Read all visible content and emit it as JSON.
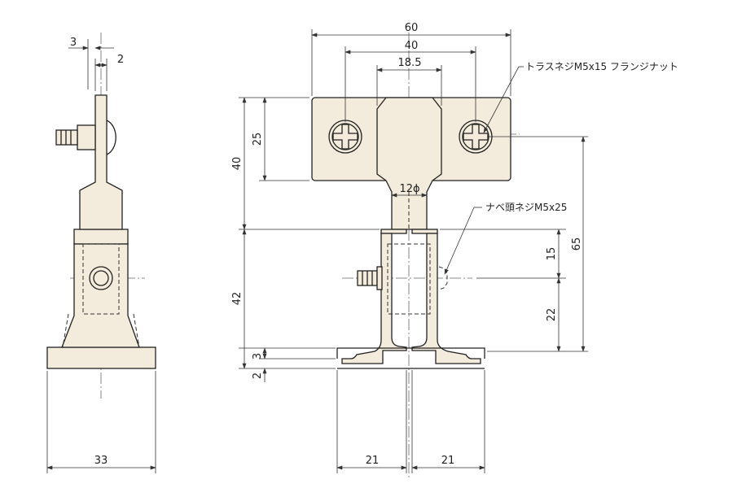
{
  "dims": {
    "side_3": "3",
    "side_2": "2",
    "side_33": "33",
    "w_60": "60",
    "w_40": "40",
    "w_18_5": "18.5",
    "h_25": "25",
    "h_40": "40",
    "h_42": "42",
    "h_65": "65",
    "h_15": "15",
    "h_22": "22",
    "h_3": "3",
    "h_2": "2",
    "dia_12": "12ϕ",
    "b_21_left": "21",
    "b_21_right": "21"
  },
  "callouts": {
    "flange_nut": "トラスネジM5x15 フランジナット",
    "pan_screw": "ナベ頭ネジM5x25"
  }
}
